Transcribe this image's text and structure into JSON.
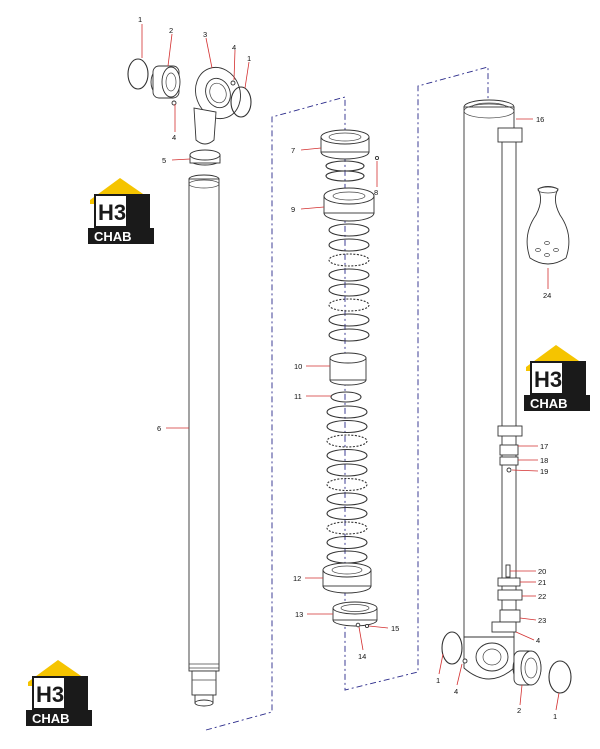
{
  "logo": {
    "mark": "H3",
    "wordmark": "CHAB",
    "colors": {
      "roof": "#f5c400",
      "block": "#1a1a1a",
      "text_light": "#ffffff",
      "text_dark": "#1a1a1a"
    }
  },
  "callouts": [
    "1",
    "2",
    "3",
    "4",
    "4",
    "1",
    "5",
    "6",
    "7",
    "8",
    "9",
    "10",
    "11",
    "12",
    "13",
    "14",
    "15",
    "16",
    "24",
    "17",
    "18",
    "19",
    "20",
    "21",
    "22",
    "23",
    "4",
    "1",
    "4",
    "2",
    "1"
  ],
  "colors": {
    "leader": "#d32f2f",
    "dash": "#2a2a8a",
    "outline": "#333333"
  }
}
